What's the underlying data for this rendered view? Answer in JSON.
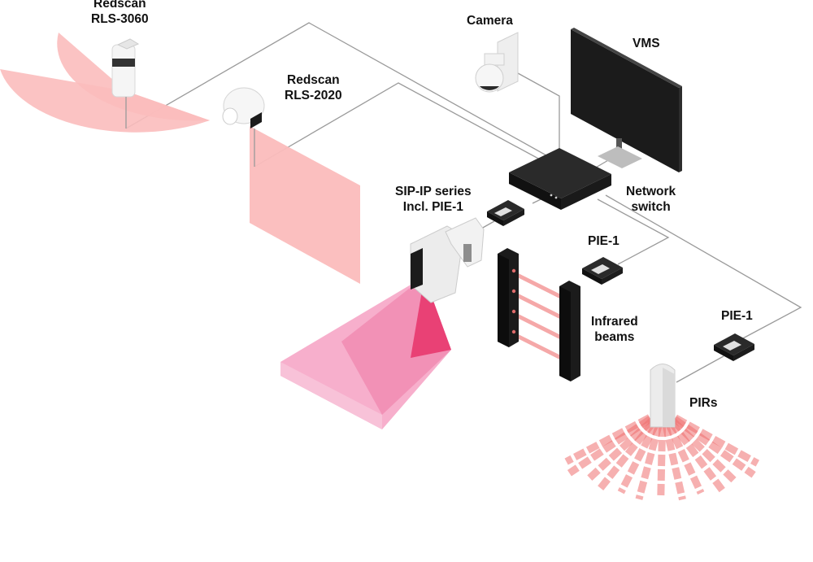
{
  "labels": {
    "rls3060": {
      "line1": "Redscan",
      "line2": "RLS-3060"
    },
    "rls2020": {
      "line1": "Redscan",
      "line2": "RLS-2020"
    },
    "camera": "Camera",
    "vms": "VMS",
    "switch": {
      "line1": "Network",
      "line2": "switch"
    },
    "sip": {
      "line1": "SIP-IP series",
      "line2": "Incl. PIE-1"
    },
    "pie1_a": "PIE-1",
    "pie1_b": "PIE-1",
    "beams": {
      "line1": "Infrared",
      "line2": "beams"
    },
    "pirs": "PIRs"
  },
  "colors": {
    "detection_zone": "#fbbcbc",
    "beam": "#f49a9a",
    "pir_ray": "#f07070",
    "sip_zone": "#f6a6c6",
    "sip_zone_dark": "#e8336a",
    "device_dark": "#1b1b1b",
    "cable": "#9a9a9a"
  }
}
